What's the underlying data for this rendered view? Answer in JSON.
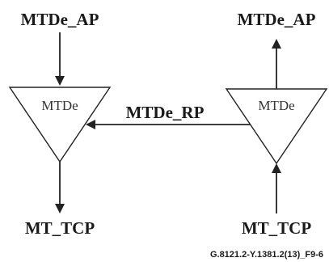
{
  "diagram": {
    "left": {
      "top_label": "MTDe_AP",
      "function_label": "MTDe",
      "bottom_label": "MT_TCP"
    },
    "right": {
      "top_label": "MTDe_AP",
      "function_label": "MTDe",
      "bottom_label": "MT_TCP"
    },
    "link_label": "MTDe_RP",
    "caption": "G.8121.2-Y.1381.2(13)_F9-6"
  }
}
